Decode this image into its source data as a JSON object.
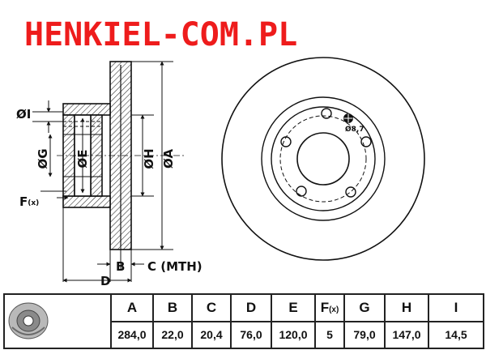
{
  "brand": {
    "text": "HENKIEL-COM.PL",
    "color": "#ee1c1c"
  },
  "dimension_labels": {
    "I": "ØI",
    "G": "ØG",
    "E": "ØE",
    "H": "ØH",
    "A": "ØA",
    "F": "F",
    "F_sup": "(x)",
    "B": "B",
    "C": "C (MTH)",
    "D": "D",
    "bolt_hole": "Ø8,7"
  },
  "table": {
    "headers": [
      "A",
      "B",
      "C",
      "D",
      "E",
      "F",
      "G",
      "H",
      "I"
    ],
    "header_F_sup": "(x)",
    "values": [
      "284,0",
      "22,0",
      "20,4",
      "76,0",
      "120,0",
      "5",
      "79,0",
      "147,0",
      "14,5"
    ]
  },
  "icons": {
    "thumbnail": "brake-disc-thumbnail-icon"
  }
}
